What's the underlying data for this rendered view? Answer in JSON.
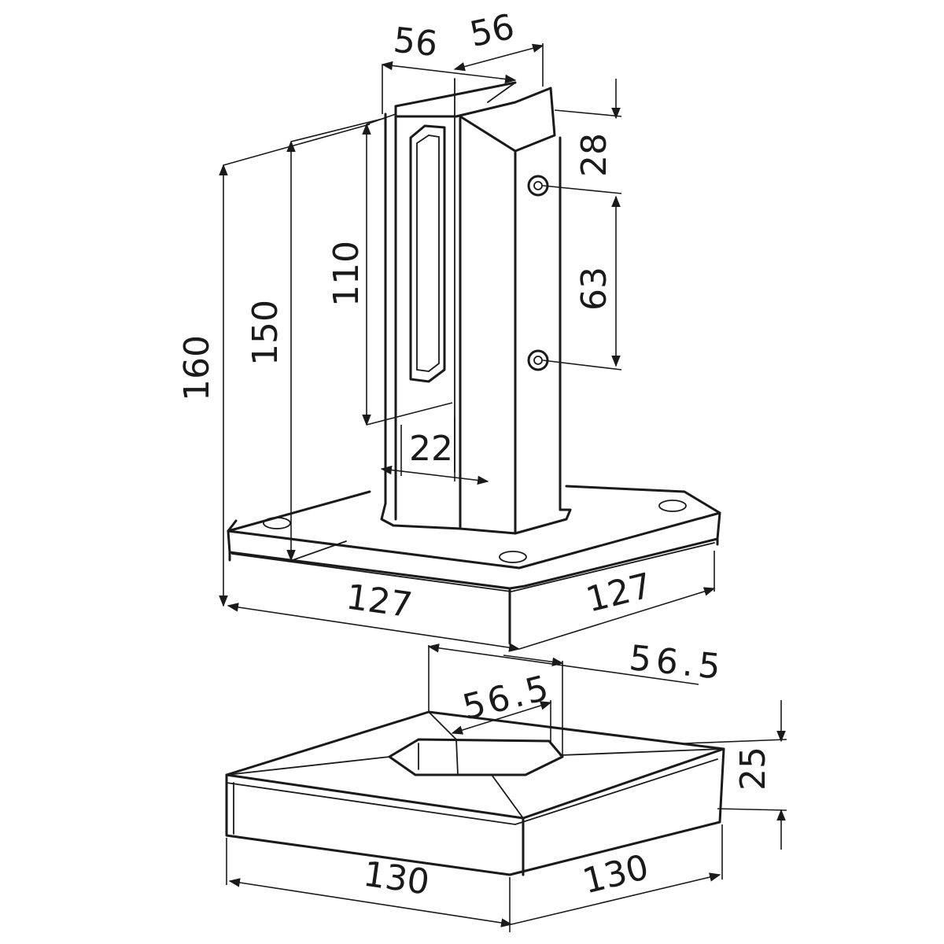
{
  "dimensions": {
    "post_width_a": "56",
    "post_width_b": "56",
    "top_to_first_hole": "28",
    "hole_spacing": "63",
    "slot_height": "110",
    "post_height": "150",
    "overall_height": "160",
    "slot_width": "22",
    "base_side_left": "127",
    "base_side_right": "127",
    "cover_opening_outer": "56.5",
    "cover_opening_inner": "56.5",
    "cover_height": "25",
    "cover_side_left": "130",
    "cover_side_right": "130"
  }
}
